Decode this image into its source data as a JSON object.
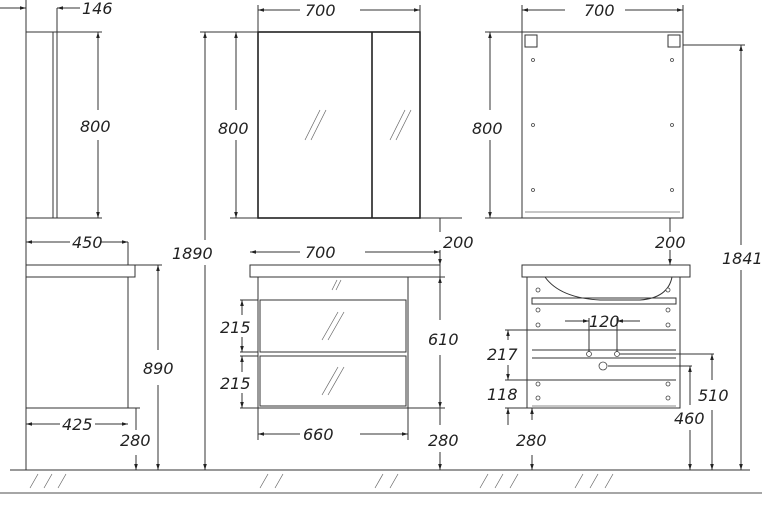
{
  "drawing": {
    "title": "Mirror cabinet and vanity unit dimensions",
    "side_view": {
      "mirror_depth": "146",
      "mirror_height": "800",
      "vanity_top_depth": "450",
      "vanity_height": "890",
      "vanity_body_depth": "425",
      "leg_height": "280"
    },
    "front_view": {
      "mirror_width": "700",
      "mirror_height": "800",
      "total_height": "1890",
      "gap": "200",
      "vanity_width": "700",
      "drawer_top": "215",
      "drawer_bottom": "215",
      "vanity_body_height": "610",
      "vanity_body_width": "660",
      "leg_height": "280"
    },
    "rear_view": {
      "mirror_width": "700",
      "mirror_height": "800",
      "gap": "200",
      "total_height": "1841",
      "pipe_spacing": "120",
      "drain_offset": "217",
      "bottom_offset": "118",
      "leg_height": "280",
      "water_height": "510",
      "drain_height": "460"
    }
  }
}
